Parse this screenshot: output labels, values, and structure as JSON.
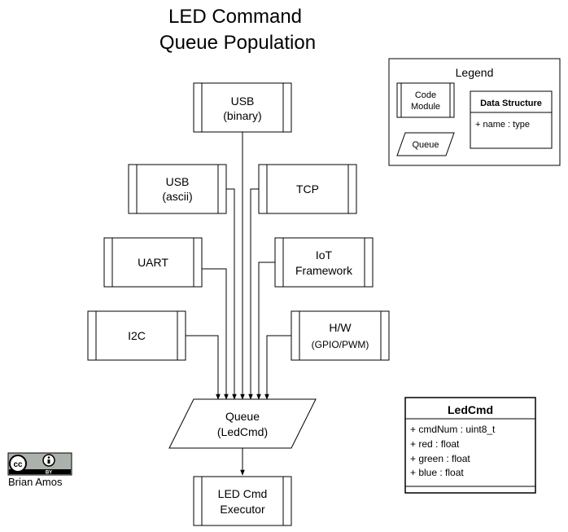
{
  "title": {
    "line1": "LED Command",
    "line2": "Queue Population"
  },
  "modules": {
    "usb_binary": {
      "line1": "USB",
      "line2": "(binary)"
    },
    "usb_ascii": {
      "line1": "USB",
      "line2": "(ascii)"
    },
    "tcp": {
      "line1": "TCP"
    },
    "uart": {
      "line1": "UART"
    },
    "iot": {
      "line1": "IoT",
      "line2": "Framework"
    },
    "i2c": {
      "line1": "I2C"
    },
    "hw": {
      "line1": "H/W",
      "line2": "(GPIO/PWM)"
    },
    "executor": {
      "line1": "LED Cmd",
      "line2": "Executor"
    }
  },
  "queue": {
    "line1": "Queue",
    "line2": "(LedCmd)"
  },
  "legend": {
    "title": "Legend",
    "code_module": {
      "line1": "Code",
      "line2": "Module"
    },
    "queue": "Queue",
    "data_structure": {
      "title": "Data Structure",
      "field": "+ name : type"
    }
  },
  "ledcmd": {
    "title": "LedCmd",
    "fields": [
      "+ cmdNum : uint8_t",
      "+ red : float",
      "+ green : float",
      "+ blue : float"
    ]
  },
  "license": {
    "cc": "cc",
    "by": "BY",
    "author": "Brian Amos"
  },
  "colors": {
    "stroke": "#000000",
    "background": "#ffffff",
    "badge": "#aab2ab"
  }
}
